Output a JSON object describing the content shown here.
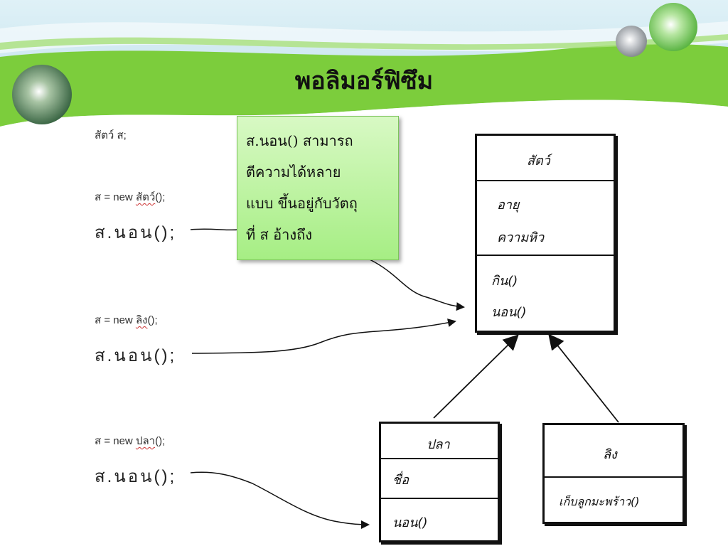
{
  "slide": {
    "title": "พอลิมอร์ฟิซึม"
  },
  "code": {
    "declaration": "สัตว์ ส;",
    "assign_prefix": "ส = new ",
    "assign_suffix": "();",
    "call": "ส.นอน();",
    "types": [
      "สัตว์",
      "ลิง",
      "ปลา"
    ]
  },
  "note": {
    "lines": [
      "ส.นอน() สามารถ",
      "ตีความได้หลาย",
      "แบบ ขึ้นอยู่กับวัตถุ",
      "ที่ ส อ้างถึง"
    ]
  },
  "classes": {
    "animal": {
      "name": "สัตว์",
      "attributes": [
        "อายุ",
        "ความหิว"
      ],
      "methods": [
        "กิน()",
        "นอน()"
      ]
    },
    "fish": {
      "name": "ปลา",
      "attributes": [
        "ชื่อ"
      ],
      "methods": [
        "นอน()"
      ]
    },
    "monkey": {
      "name": "ลิง",
      "methods": [
        "เก็บลูกมะพร้าว()"
      ]
    }
  },
  "colors": {
    "banner_green": "#7ccd3c",
    "note_fill": "#b4f193"
  }
}
